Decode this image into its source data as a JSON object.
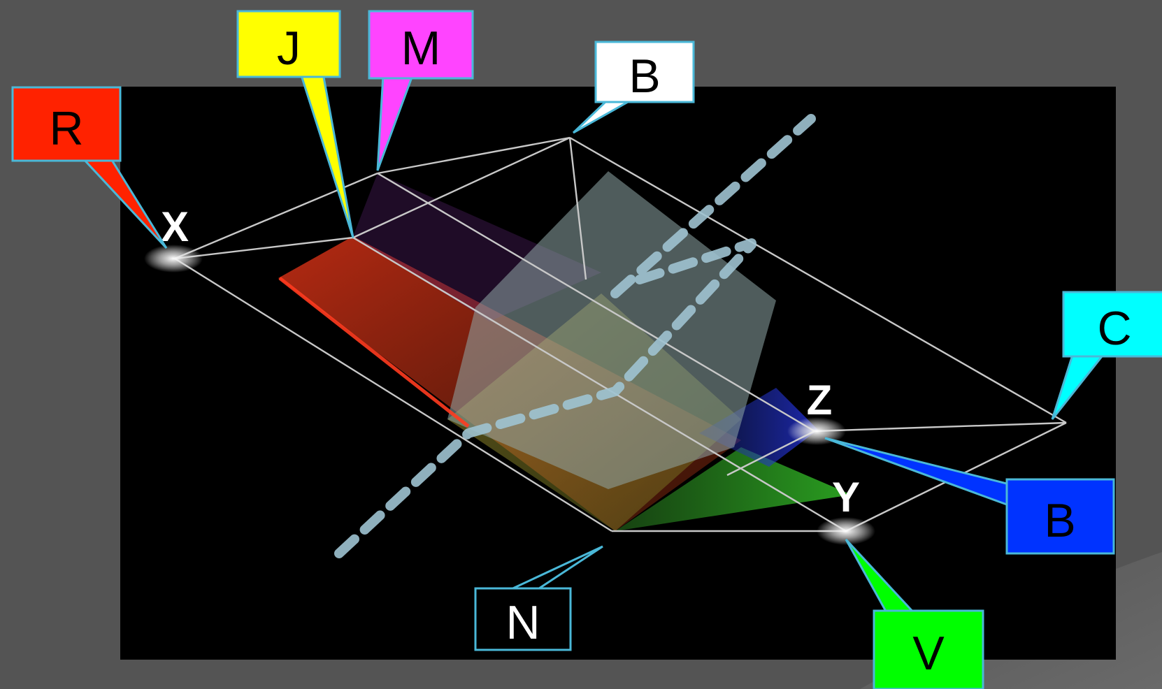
{
  "axes": {
    "x_label": "X",
    "y_label": "Y",
    "z_label": "Z"
  },
  "callouts": [
    {
      "id": "red",
      "letter": "R",
      "fill": "#ff2200",
      "text_color": "#000000"
    },
    {
      "id": "yellow",
      "letter": "J",
      "fill": "#ffff00",
      "text_color": "#000000"
    },
    {
      "id": "magenta",
      "letter": "M",
      "fill": "#ff44ff",
      "text_color": "#000000"
    },
    {
      "id": "white",
      "letter": "B",
      "fill": "#ffffff",
      "text_color": "#000000"
    },
    {
      "id": "cyan",
      "letter": "C",
      "fill": "#00ffff",
      "text_color": "#000000"
    },
    {
      "id": "blue",
      "letter": "B",
      "fill": "#0033ff",
      "text_color": "#000000"
    },
    {
      "id": "black",
      "letter": "N",
      "fill": "#000000",
      "text_color": "#ffffff"
    },
    {
      "id": "green",
      "letter": "V",
      "fill": "#00ff00",
      "text_color": "#000000"
    }
  ],
  "colors": {
    "page_background": "#545454",
    "diagram_background": "#000000",
    "callout_border": "#4ab8d8",
    "dashed_axis": "#9fc3d1",
    "wireframe": "#c8c8c8"
  }
}
